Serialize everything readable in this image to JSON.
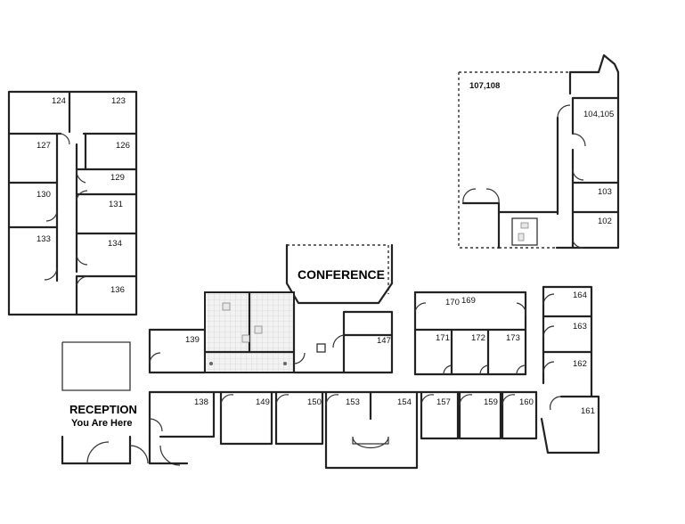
{
  "plan": {
    "labels": {
      "conference": "CONFERENCE",
      "reception": "RECEPTION",
      "you_are_here": "You Are Here"
    },
    "rooms": {
      "r124": "124",
      "r123": "123",
      "r127": "127",
      "r126": "126",
      "r129": "129",
      "r130": "130",
      "r131": "131",
      "r133": "133",
      "r134": "134",
      "r136": "136",
      "r107_108": "107,108",
      "r104_105": "104,105",
      "r103": "103",
      "r102": "102",
      "r139": "139",
      "r147": "147",
      "r170": "170",
      "r169": "169",
      "r164": "164",
      "r163": "163",
      "r162": "162",
      "r171": "171",
      "r172": "172",
      "r173": "173",
      "r138": "138",
      "r149": "149",
      "r150": "150",
      "r153": "153",
      "r154": "154",
      "r157": "157",
      "r159": "159",
      "r160": "160",
      "r161": "161"
    }
  }
}
